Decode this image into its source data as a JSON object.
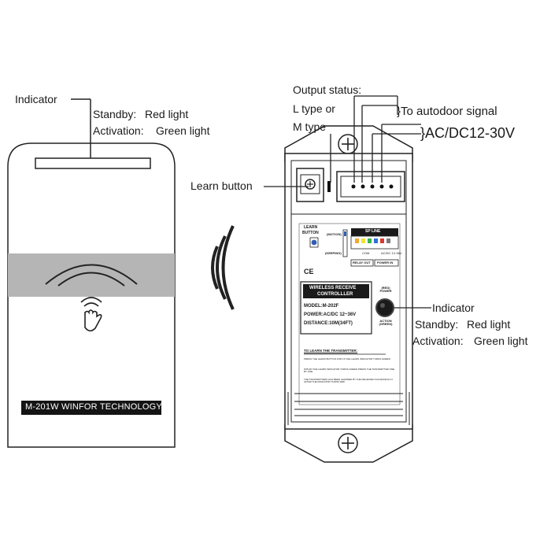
{
  "transmitter": {
    "indicator_label": "Indicator",
    "standby_label": "Standby:",
    "standby_value": "Red light",
    "activation_label": "Activation:",
    "activation_value": "Green light",
    "brand_plate": "M-201W WINFOR TECHNOLOGY"
  },
  "controller": {
    "output_status_label": "Output status:",
    "l_type_label": "L type or",
    "m_type_label": "M type",
    "to_autodoor_label": "}To autodoor signal",
    "acdc_label": "}AC/DC12-30V",
    "learn_button_label": "Learn button",
    "indicator_label": "Indicator",
    "standby_label": "Standby:",
    "standby_value": "Red light",
    "activation_label": "Activation:",
    "activation_value": "Green light",
    "panel": {
      "learn_button_caption_1": "LEARN",
      "learn_button_caption_2": "BUTTON",
      "motion_label": "(MOTION)",
      "keeping_label": "(KEEPING)",
      "sp_line_label": "SP LINE",
      "relay_out_label": "RELAY OUT",
      "power_in_label": "POWER IN",
      "com_label": "COM",
      "acdc_small": "AC/DC 12-36V",
      "ce_mark": "CE",
      "red_power_label": "(RED) POWER",
      "action_green_label": "ACTION (GREEN)",
      "box_title_1": "WIRELESS RECEIVE",
      "box_title_2": "CONTROLLLER",
      "model": "MODEL:M-202F",
      "power": "POWER:AC/DC 12~36V",
      "distance": "DISTANCE:10M(34FT)",
      "instructions_title": "TO LEARN THE TRANSMITTER:",
      "instructions": [
        "PRESS THE LEARN BUTTON FOR 1S THE LEARN INDICATOR TURNS GREEN",
        "WITHIN THE LEARN INDICATOR TURNS GREEN PRESS THE TRANSMITTER ONE BY ONE",
        "THE TRANSMITTERS HAS BEEN LEARNED BY THE RECEIVER SUCCESSFULLY AFTER THE INDICATOR TURNS RED"
      ]
    }
  }
}
